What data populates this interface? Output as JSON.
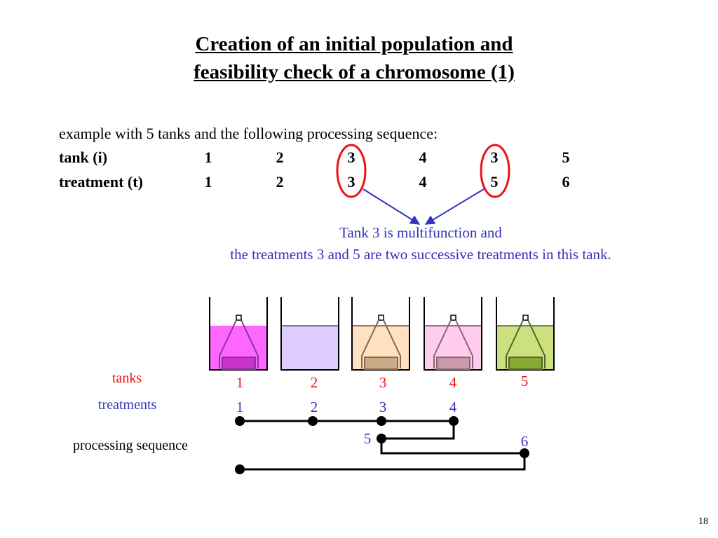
{
  "slide": {
    "title_line1": "Creation of an initial population and",
    "title_line2": "feasibility check of a chromosome (1)",
    "intro": "example with 5 tanks and the following processing sequence:",
    "tank_row_label": "tank (i)",
    "treatment_row_label": "treatment (t)",
    "tank_sequence": [
      "1",
      "2",
      "3",
      "4",
      "3",
      "5"
    ],
    "treatment_sequence": [
      "1",
      "2",
      "3",
      "4",
      "5",
      "6"
    ],
    "note_line1": "Tank 3 is multifunction and",
    "note_line2": "the treatments 3 and 5 are two successive treatments in this tank.",
    "tanks_label": "tanks",
    "treatments_label": "treatments",
    "processing_label": "processing sequence",
    "tank_numbers": [
      "1",
      "2",
      "3",
      "4",
      "5"
    ],
    "treatment_numbers": [
      "1",
      "2",
      "3",
      "4"
    ],
    "treatment_5": "5",
    "treatment_6": "6",
    "page_number": "18"
  },
  "colors": {
    "text": "#000000",
    "blue": "#3333bb",
    "red": "#ee1111",
    "tank_fills": [
      "#ff66ff",
      "#ddccff",
      "#ffe0c0",
      "#ffccee",
      "#cce080"
    ],
    "tank_strokes": [
      "#883399",
      "#000000",
      "#886644",
      "#886677",
      "#556622"
    ]
  },
  "icons": [
    "tank-icon",
    "hoist-icon",
    "arrow-icon",
    "circle-highlight-icon"
  ]
}
